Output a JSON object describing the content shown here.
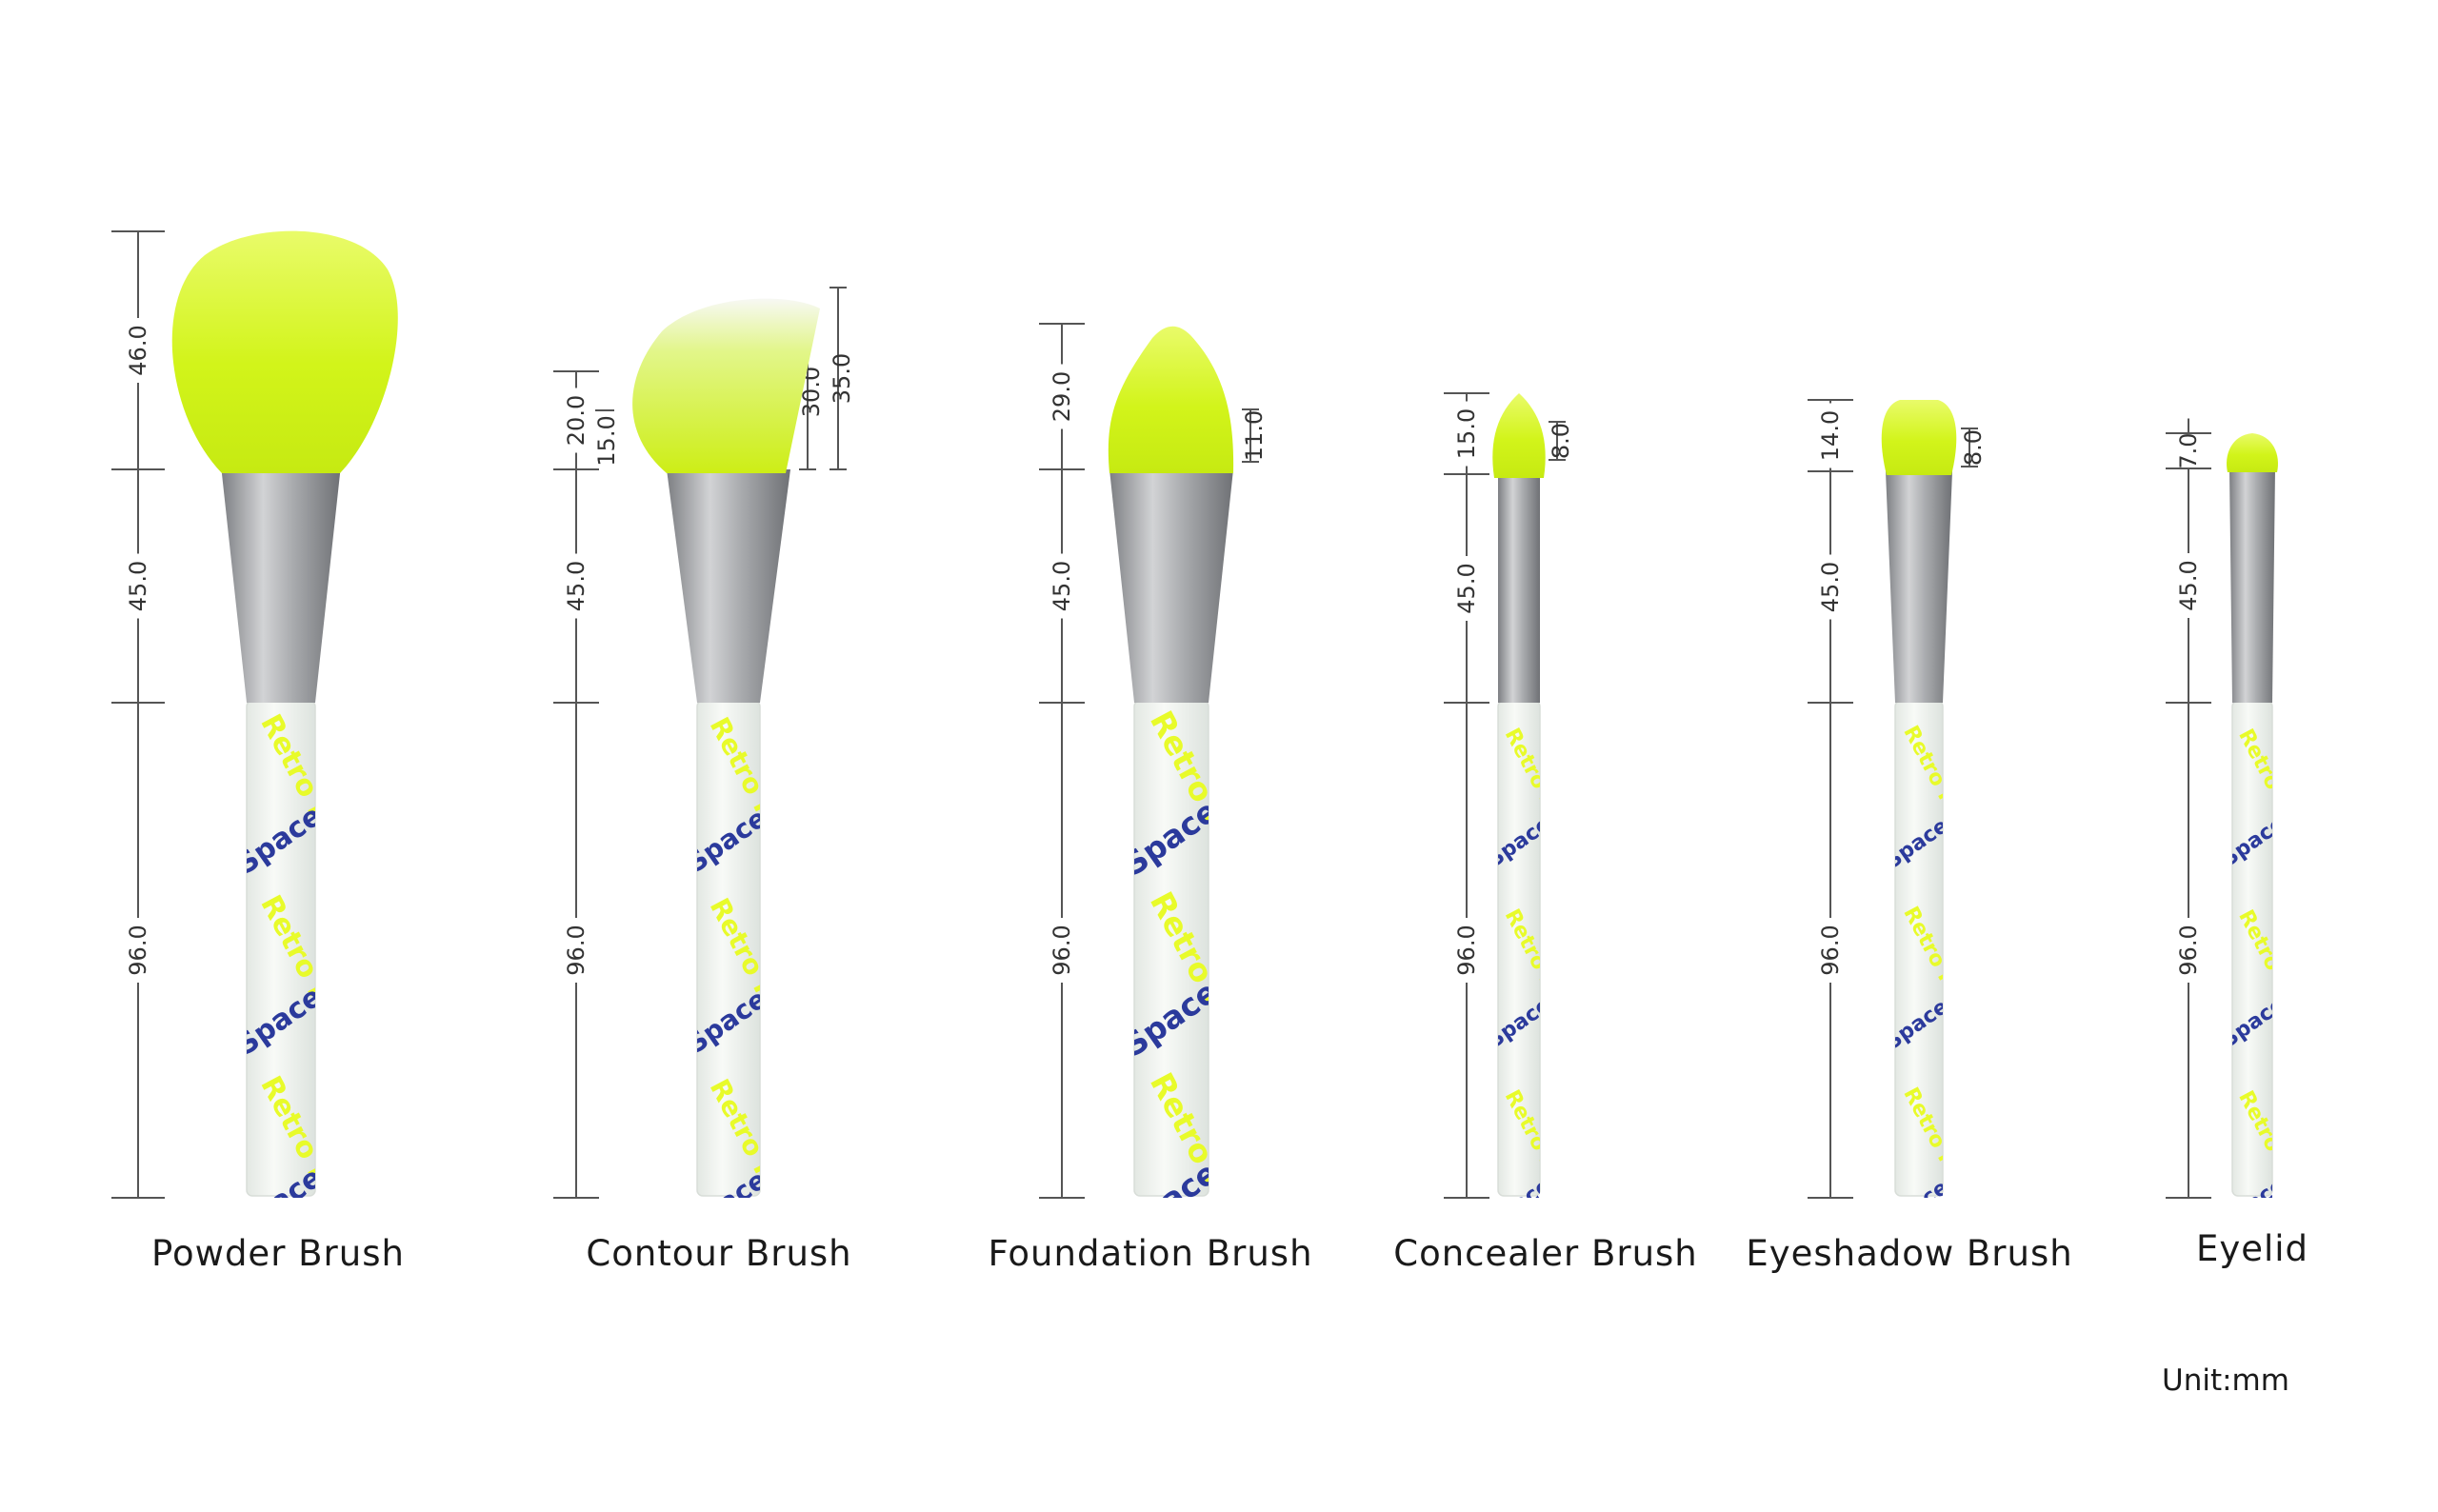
{
  "unit_label": "Unit:mm",
  "colors": {
    "bristle": "#d4f51a",
    "bristle_tip": "#eefc9a",
    "ferrule_light": "#c8c9cb",
    "ferrule_dark": "#8a8c90",
    "handle": "#f0f3ef",
    "print_blue": "#2b3a9c",
    "print_yellow": "#e8fb2a",
    "dim_line": "#555555"
  },
  "brushes": [
    {
      "name": "Powder Brush",
      "shape": "dome",
      "dims": {
        "head": "46.0",
        "ferrule": "45.0",
        "handle": "96.0"
      },
      "right_dims": []
    },
    {
      "name": "Contour Brush",
      "shape": "angled",
      "dims": {
        "head": "20.0",
        "head_inner": "15.0",
        "ferrule": "45.0",
        "handle": "96.0"
      },
      "right_dims": [
        "30.0",
        "35.0"
      ]
    },
    {
      "name": "Foundation Brush",
      "shape": "tongue",
      "dims": {
        "head": "29.0",
        "ferrule": "45.0",
        "handle": "96.0"
      },
      "right_dims": [
        "11.0"
      ]
    },
    {
      "name": "Concealer Brush",
      "shape": "point",
      "dims": {
        "head": "15.0",
        "ferrule": "45.0",
        "handle": "96.0"
      },
      "right_dims": [
        "8.0"
      ]
    },
    {
      "name": "Eyeshadow Brush",
      "shape": "round",
      "dims": {
        "head": "14.0",
        "ferrule": "45.0",
        "handle": "96.0"
      },
      "right_dims": [
        "8.0"
      ]
    },
    {
      "name": "Eyelid",
      "shape": "small",
      "dims": {
        "head": "7.0",
        "ferrule": "45.0",
        "handle": "96.0"
      },
      "right_dims": []
    }
  ],
  "handle_print": {
    "words": [
      "Retro Future",
      "Space-time collision"
    ]
  }
}
